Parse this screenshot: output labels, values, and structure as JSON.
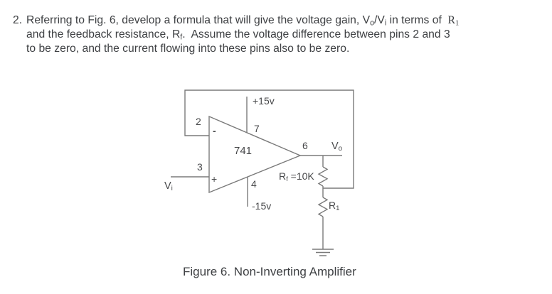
{
  "problem": {
    "number": "2.",
    "lines": [
      [
        {
          "t": "Referring to Fig. 6, develop a formula that will give the voltage gain, V"
        },
        {
          "t": "o",
          "sub": true
        },
        {
          "t": "/V"
        },
        {
          "t": "i",
          "sub": true
        },
        {
          "t": " in terms of  "
        },
        {
          "t": "R",
          "serif": true
        },
        {
          "t": "1",
          "sub": true,
          "serif": true
        }
      ],
      [
        {
          "t": "and the feedback resistance, R"
        },
        {
          "t": "f",
          "sub": true
        },
        {
          "t": ".  Assume the voltage difference between pins 2 and 3"
        }
      ],
      [
        {
          "t": "to be zero, and the current flowing into these pins also to be zero."
        }
      ]
    ]
  },
  "circuit": {
    "opamp": "741",
    "pins": {
      "inverting": "2",
      "noninverting": "3",
      "vneg": "4",
      "output": "6",
      "vpos": "7"
    },
    "supplies": {
      "positive": "+15v",
      "negative": "-15v"
    },
    "signs": {
      "inverting": "-",
      "noninverting": "+"
    },
    "labels": {
      "vi": [
        {
          "t": "V"
        },
        {
          "t": "i",
          "sub": true
        }
      ],
      "vo": [
        {
          "t": "V"
        },
        {
          "t": "o",
          "sub": true
        }
      ],
      "rf": [
        {
          "t": "R"
        },
        {
          "t": "f",
          "sub": true
        },
        {
          "t": " =10K"
        }
      ],
      "r1": [
        {
          "t": "R"
        },
        {
          "t": "1",
          "sub": true
        }
      ]
    }
  },
  "caption": "Figure 6. Non-Inverting Amplifier",
  "colors": {
    "text": "#3e4043",
    "line": "#7a7a7a",
    "label": "#48494b"
  }
}
